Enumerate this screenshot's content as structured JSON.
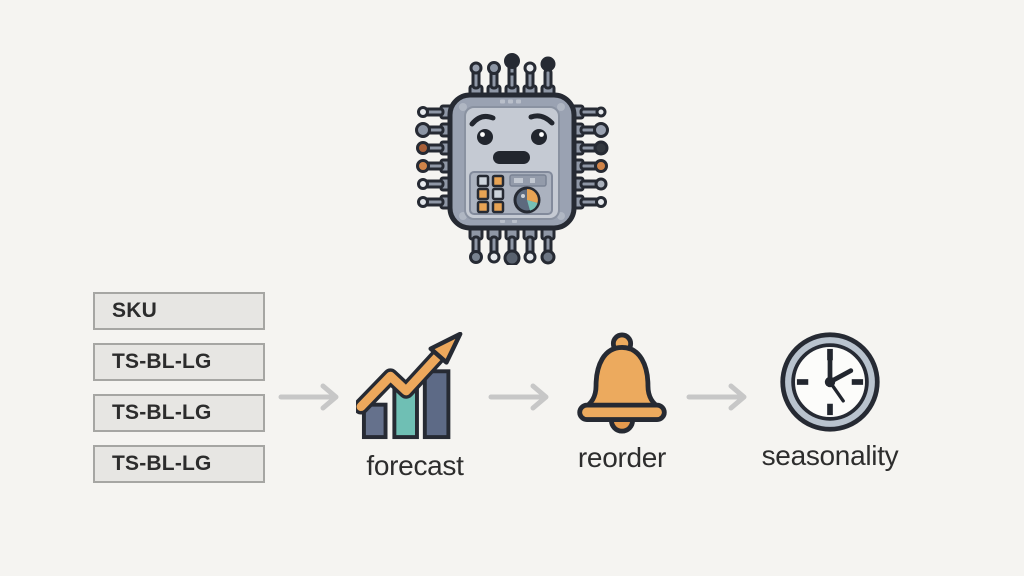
{
  "sku_table": {
    "rows": [
      "SKU",
      "TS-BL-LG",
      "TS-BL-LG",
      "TS-BL-LG"
    ]
  },
  "pipeline": {
    "steps": [
      {
        "label": "forecast",
        "icon": "trend-chart-icon"
      },
      {
        "label": "reorder",
        "icon": "bell-icon"
      },
      {
        "label": "seasonality",
        "icon": "clock-icon"
      }
    ]
  },
  "illustration": {
    "subject": "cartoon AI microchip with face, keypad and gauge",
    "icon": "ai-chip-icon"
  },
  "colors": {
    "background": "#f5f4f1",
    "outline": "#262a33",
    "accent_orange": "#e9a45c",
    "accent_teal": "#72bfb4",
    "slate_blue": "#5f6d88",
    "chip_body": "#9aa2b2",
    "chip_panel": "#c5cad3",
    "arrow_gray": "#c7c7c7",
    "box_fill": "#e7e6e3",
    "box_border": "#a6a6a3",
    "text": "#2d2d2d"
  }
}
